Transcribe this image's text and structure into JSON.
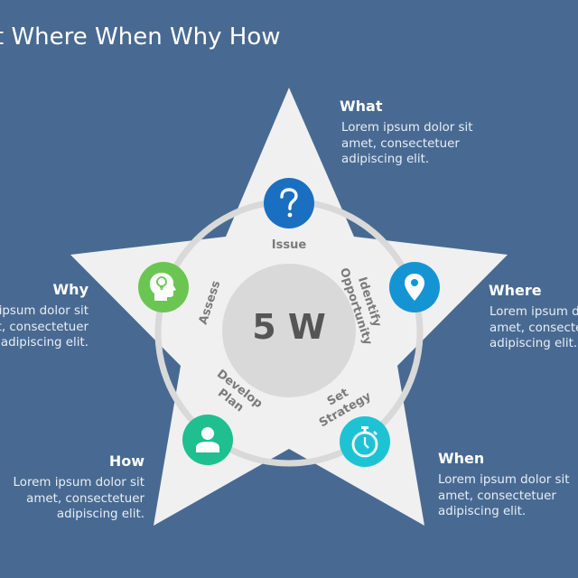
{
  "title": "t Where When Why How",
  "center": {
    "label": "5 W"
  },
  "colors": {
    "background": "#486a92",
    "star": "#f0f0f0",
    "ring": "#d9d9d9",
    "center_circle": "#d9d9d9",
    "what": "#1b6fc1",
    "where": "#1594d3",
    "when": "#1ec3d3",
    "how": "#1fbf8f",
    "why": "#6bc552"
  },
  "steps": [
    {
      "label": "Issue"
    },
    {
      "label_line1": "Identify",
      "label_line2": "Opportunity"
    },
    {
      "label_line1": "Set",
      "label_line2": "Strategy"
    },
    {
      "label_line1": "Develop",
      "label_line2": "Plan"
    },
    {
      "label": "Assess"
    }
  ],
  "icons": {
    "what": "question-mark",
    "where": "map-pin",
    "when": "stopwatch",
    "how": "user",
    "why": "head-lightbulb"
  },
  "blocks": {
    "what": {
      "heading": "What",
      "lines": [
        "Lorem ipsum dolor sit",
        "amet, consectetuer",
        "adipiscing elit."
      ]
    },
    "where": {
      "heading": "Where",
      "lines": [
        "Lorem ipsum dolor sit",
        "amet, consectetuer",
        "adipiscing elit."
      ]
    },
    "when": {
      "heading": "When",
      "lines": [
        "Lorem ipsum dolor sit",
        "amet, consectetuer",
        "adipiscing elit."
      ]
    },
    "how": {
      "heading": "How",
      "lines": [
        "Lorem ipsum dolor sit",
        "amet, consectetuer",
        "adipiscing elit."
      ]
    },
    "why": {
      "heading": "Why",
      "lines": [
        "Lorem ipsum dolor sit",
        "amet, consectetuer",
        "adipiscing elit."
      ]
    }
  }
}
